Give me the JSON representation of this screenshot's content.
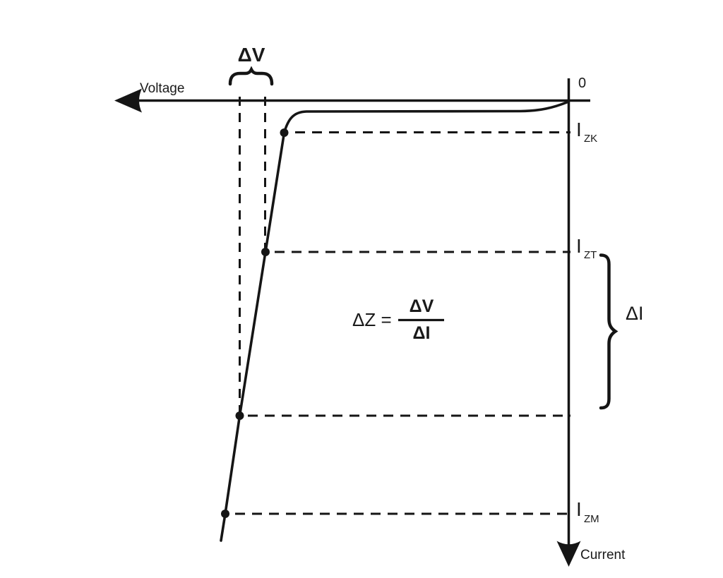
{
  "colors": {
    "background": "#ffffff",
    "ink": "#151515"
  },
  "axes": {
    "voltage_label": "Voltage",
    "current_label": "Current",
    "origin_label": "0"
  },
  "annotations": {
    "delta_v": "ΔV",
    "delta_i": "ΔI",
    "izk_main": "I",
    "izk_sub": "ZK",
    "izt_main": "I",
    "izt_sub": "ZT",
    "izm_main": "I",
    "izm_sub": "ZM"
  },
  "formula": {
    "lhs": "ΔZ =",
    "numerator": "ΔV",
    "denominator": "ΔI"
  }
}
